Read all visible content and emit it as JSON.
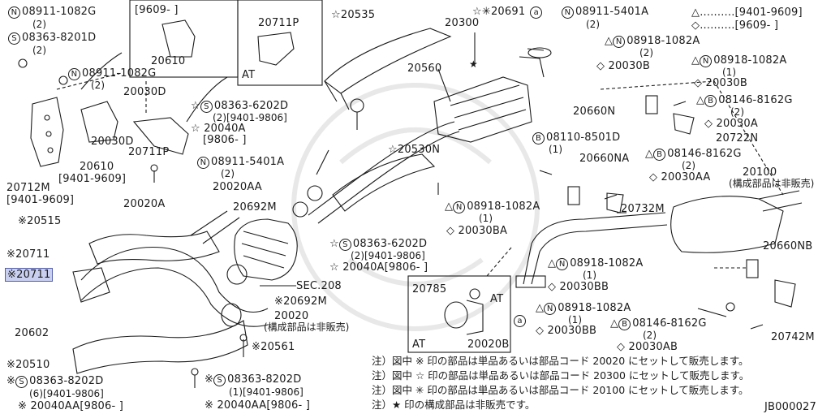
{
  "part_labels": {
    "p08911_1082G_top": "08911-1082G",
    "p08911_1082G_top_qty": "(2)",
    "p08363_8201D": "08363-8201D",
    "p08363_8201D_qty": "(2)",
    "p08911_1082G_mid": "08911-1082G",
    "p08911_1082G_mid_qty": "(2)",
    "p20030D_a": "20030D",
    "p20030D_b": "20030D",
    "p20610_a": "20610",
    "p20610_b": "20610",
    "p20610_b_range": "[9401-9609]",
    "p20711P_a": "20711P",
    "p20711P_b": "20711P",
    "p20712M": "20712M",
    "p20712M_range": "[9401-9609]",
    "p20020A": "20020A",
    "p20535": "20535",
    "p20300": "20300",
    "p20691": "20691",
    "p08911_5401A_top": "08911-5401A",
    "p08911_5401A_top_qty": "(2)",
    "p20560": "20560",
    "p08363_6202D_top": "08363-6202D",
    "p08363_6202D_top_qty": "(2)[9401-9806]",
    "p20040A_top": "20040A",
    "p20040A_top_range": "[9806-     ]",
    "p08911_5401A_mid": "08911-5401A",
    "p08911_5401A_mid_qty": "(2)",
    "p20020AA": "20020AA",
    "p20530N": "20530N",
    "p20692M_a": "20692M",
    "p20692M_b": "20692M",
    "p20515": "20515",
    "p20711": "20711",
    "p20711_hl": "20711",
    "p08363_6202D_mid": "08363-6202D",
    "p08363_6202D_mid_qty": "(2)[9401-9806]",
    "p20040A_mid": "20040A[9806-     ]",
    "sec208": "SEC.208",
    "p20020": "20020",
    "p20020_note": "(構成部品は非販売)",
    "p20602": "20602",
    "p20561": "20561",
    "p20510": "20510",
    "p08363_8202D_left": "08363-8202D",
    "p08363_8202D_left_qty": "(6)[9401-9806]",
    "p20040AA_left": "20040AA[9806-     ]",
    "p08363_8202D_right": "08363-8202D",
    "p08363_8202D_right_qty": "(1)[9401-9806]",
    "p20040AA_right": "20040AA[9806-     ]",
    "p20785": "20785",
    "p20020B": "20020B",
    "box_at_1": "AT",
    "box_at_2": "AT",
    "box_at_3": "AT",
    "box_range_top": "[9609-     ]",
    "p08918_1082A_r1": "08918-1082A",
    "p08918_1082A_r1_qty": "(2)",
    "p20030B_a": "20030B",
    "p08918_1082A_r2": "08918-1082A",
    "p08918_1082A_r2_qty": "(1)",
    "p20030B_b": "20030B",
    "p20660N": "20660N",
    "p08146_8162G_a": "08146-8162G",
    "p08146_8162G_a_qty": "(2)",
    "p20030A": "20030A",
    "p20722N": "20722N",
    "p08110_8501D": "08110-8501D",
    "p08110_8501D_qty": "(1)",
    "p20660NA": "20660NA",
    "p08146_8162G_b": "08146-8162G",
    "p08146_8162G_b_qty": "(2)",
    "p20030AA_r": "20030AA",
    "p20100": "20100",
    "p20100_note": "(構成部品は非販売)",
    "p08918_1082A_r3": "08918-1082A",
    "p08918_1082A_r3_qty": "(1)",
    "p20030BA": "20030BA",
    "p20732M": "20732M",
    "p20660NB": "20660NB",
    "p08918_1082A_r4": "08918-1082A",
    "p08918_1082A_r4_qty": "(1)",
    "p20030BB_a": "20030BB",
    "p08918_1082A_r5": "08918-1082A",
    "p08918_1082A_r5_qty": "(1)",
    "p20030BB_b": "20030BB",
    "p08146_8162G_c": "08146-8162G",
    "p08146_8162G_c_qty": "(2)",
    "p20030AB": "20030AB",
    "p20742M": "20742M"
  },
  "legend": {
    "line1": "△..........[9401-9609]",
    "line2": "◇..........[9609-     ]"
  },
  "notes": {
    "n1": "注）図中 ※ 印の部品は単品あるいは部品コード 20020 にセットして販売します。",
    "n2": "注）図中 ☆ 印の部品は単品あるいは部品コード 20300 にセットして販売します。",
    "n3": "注）図中 ✳ 印の部品は単品あるいは部品コード 20100 にセットして販売します。",
    "n4": "注）★ 印の構成部品は非販売です。"
  },
  "diagram_code": "JB000027",
  "symbols": {
    "N": "N",
    "S": "S",
    "B": "B",
    "a": "a"
  },
  "colors": {
    "line": "#1a1a1a",
    "highlight": "#c9cfee",
    "highlight_border": "#5560aa",
    "watermark": "#e6e6e6"
  }
}
